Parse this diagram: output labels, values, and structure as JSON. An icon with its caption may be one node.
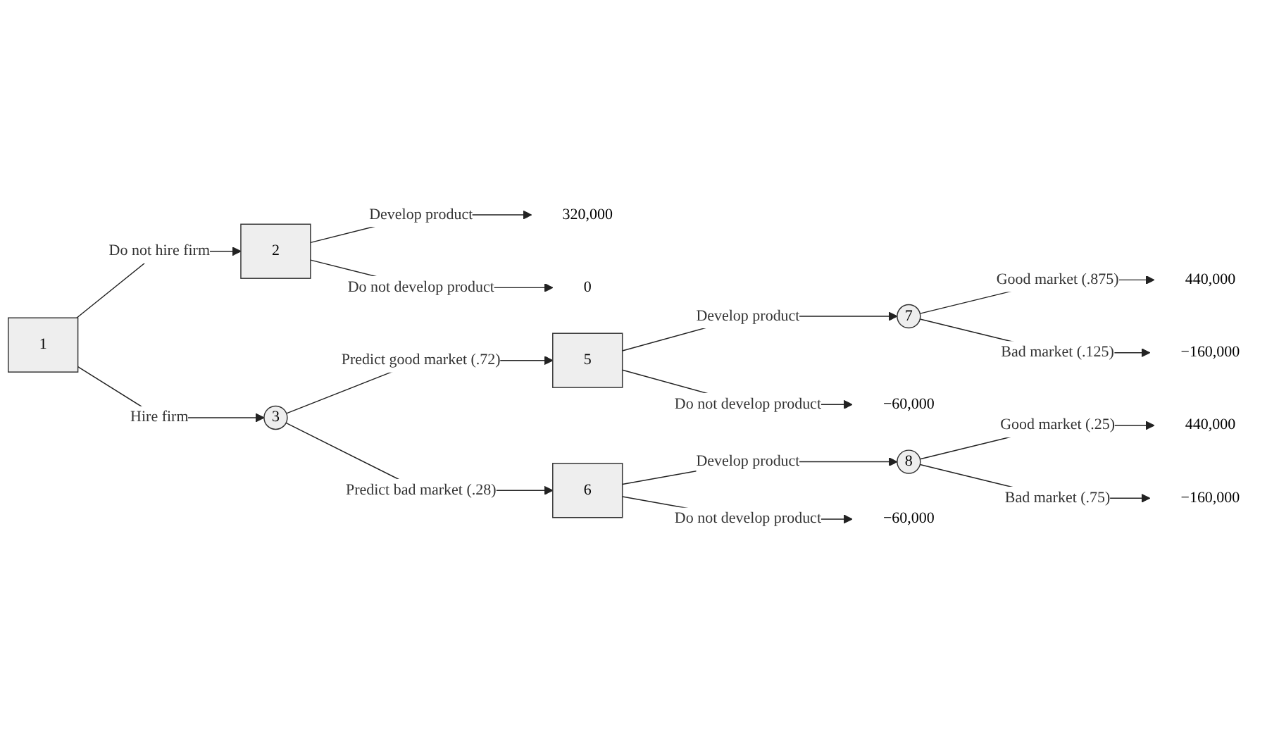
{
  "diagram": {
    "nodes": [
      {
        "text": [
          "1"
        ]
      },
      {
        "text": [
          "2"
        ]
      },
      {
        "text": [
          "320,000"
        ]
      },
      {
        "text": [
          "0"
        ]
      },
      {
        "text": [
          "3"
        ]
      },
      {
        "text": [
          "5"
        ]
      },
      {
        "text": [
          "6"
        ]
      },
      {
        "text": [
          "7"
        ]
      },
      {
        "text": [
          "440,000"
        ]
      },
      {
        "text": [
          "−160,000"
        ]
      },
      {
        "text": [
          "−60,000"
        ]
      },
      {
        "text": [
          "8"
        ]
      },
      {
        "text": [
          "440,000"
        ]
      },
      {
        "text": [
          "−160,000"
        ]
      },
      {
        "text": [
          "−60,000"
        ]
      }
    ],
    "edges": [
      {
        "from": 0,
        "to": 1,
        "arrow": "to",
        "label": "Do not hire firm"
      },
      {
        "from": 0,
        "to": 4,
        "arrow": "to",
        "label": "Hire firm"
      },
      {
        "from": 1,
        "to": 2,
        "arrow": "to",
        "label": "Develop product"
      },
      {
        "from": 1,
        "to": 3,
        "arrow": "to",
        "label": "Do not develop product"
      },
      {
        "from": 4,
        "to": 5,
        "arrow": "to",
        "label": "Predict good market (.72)"
      },
      {
        "from": 4,
        "to": 6,
        "arrow": "to",
        "label": "Predict bad market (.28)"
      },
      {
        "from": 5,
        "to": 7,
        "arrow": "to",
        "label": "Develop product"
      },
      {
        "from": 5,
        "to": 10,
        "arrow": "to",
        "label": "Do not develop product"
      },
      {
        "from": 7,
        "to": 8,
        "arrow": "to",
        "label": "Good market (.875)"
      },
      {
        "from": 7,
        "to": 9,
        "arrow": "to",
        "label": "Bad market (.125)"
      },
      {
        "from": 6,
        "to": 11,
        "arrow": "to",
        "label": "Develop product"
      },
      {
        "from": 6,
        "to": 14,
        "arrow": "to",
        "label": "Do not develop product"
      },
      {
        "from": 11,
        "to": 12,
        "arrow": "to",
        "label": "Good market (.25)"
      },
      {
        "from": 11,
        "to": 13,
        "arrow": "to",
        "label": "Bad market (.75)"
      }
    ]
  }
}
